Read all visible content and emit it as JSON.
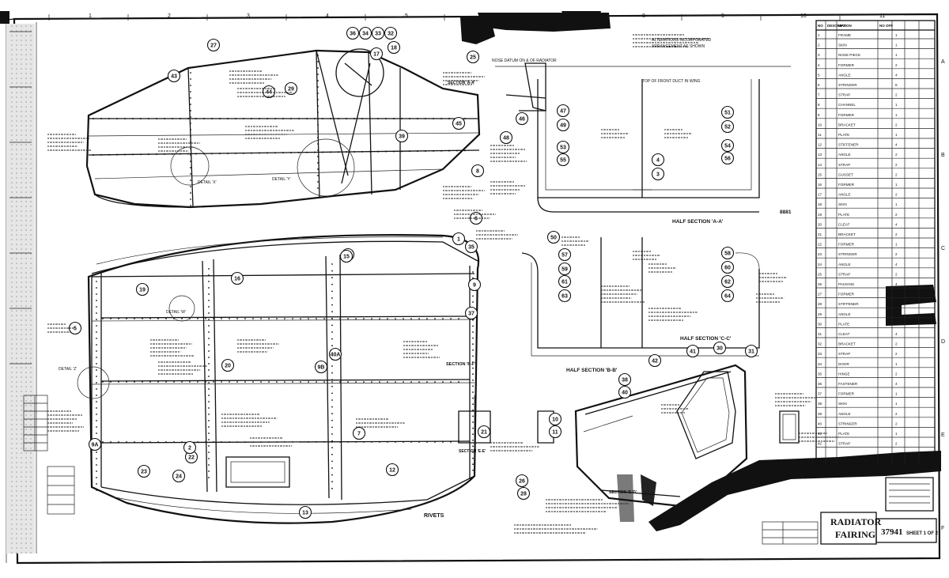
{
  "sheet": {
    "title_line1": "RADIATOR",
    "title_line2": "FAIRING",
    "drawing_number": "37941",
    "sheet_ref": "SHEET 1 OF 2"
  },
  "border": {
    "col_numbers": [
      "1",
      "2",
      "3",
      "4",
      "5",
      "6",
      "7",
      "8",
      "9",
      "10",
      "11"
    ],
    "row_letters": [
      "A",
      "B",
      "C",
      "D",
      "E",
      "F"
    ]
  },
  "notes": {
    "top_right_1": "ALTERATIONS INCORPORATED",
    "top_right_2": "ARRANGEMENT AS SHOWN",
    "nose_datum": "NOSE DATUM ON & OF RADIATOR",
    "tog_front_duct": "TOP OF FRONT DUCT IN WING",
    "half_section_aa": "HALF SECTION 'A-A'",
    "half_section_bb": "HALF SECTION 'B-B'",
    "half_section_cc": "HALF SECTION 'C-C'",
    "section_ff": "SECTION 'F-F'",
    "section_aa_small": "SECTION 'A-A'",
    "section_ee": "SECTION 'E-E'",
    "section_dd": "SECTION 'D-D'",
    "rivets_head": "RIVETS",
    "detail_x": "DETAIL 'X'",
    "detail_y": "DETAIL 'Y'",
    "detail_z": "DETAIL 'Z'",
    "detail_w": "DETAIL 'W'",
    "number_8881": "8881"
  },
  "parts_list": {
    "headers": [
      "NO",
      "DESCRIPTION",
      "MAT",
      "NO OFF"
    ],
    "rows": [
      [
        "1",
        "FRAME",
        "",
        "1"
      ],
      [
        "2",
        "SKIN",
        "",
        "1"
      ],
      [
        "3",
        "NOSE PIECE",
        "",
        "1"
      ],
      [
        "4",
        "FORMER",
        "",
        "2"
      ],
      [
        "5",
        "ANGLE",
        "",
        "4"
      ],
      [
        "6",
        "STRINGER",
        "",
        "6"
      ],
      [
        "7",
        "STRAP",
        "",
        "2"
      ],
      [
        "8",
        "CHANNEL",
        "",
        "1"
      ],
      [
        "9",
        "FORMER",
        "",
        "1"
      ],
      [
        "10",
        "BRACKET",
        "",
        "2"
      ],
      [
        "11",
        "PLATE",
        "",
        "1"
      ],
      [
        "12",
        "STIFFENER",
        "",
        "4"
      ],
      [
        "13",
        "ANGLE",
        "",
        "2"
      ],
      [
        "14",
        "STRAP",
        "",
        "2"
      ],
      [
        "15",
        "GUSSET",
        "",
        "2"
      ],
      [
        "16",
        "FORMER",
        "",
        "1"
      ],
      [
        "17",
        "ANGLE",
        "",
        "2"
      ],
      [
        "18",
        "SKIN",
        "",
        "1"
      ],
      [
        "19",
        "PLATE",
        "",
        "2"
      ],
      [
        "20",
        "CLEAT",
        "",
        "4"
      ],
      [
        "21",
        "BRACKET",
        "",
        "2"
      ],
      [
        "22",
        "FORMER",
        "",
        "1"
      ],
      [
        "23",
        "STRINGER",
        "",
        "2"
      ],
      [
        "24",
        "ANGLE",
        "",
        "4"
      ],
      [
        "25",
        "STRAP",
        "",
        "2"
      ],
      [
        "26",
        "PACKING",
        "",
        "4"
      ],
      [
        "27",
        "FORMER",
        "",
        "1"
      ],
      [
        "28",
        "STIFFENER",
        "",
        "2"
      ],
      [
        "29",
        "ANGLE",
        "",
        "2"
      ],
      [
        "30",
        "PLATE",
        "",
        "1"
      ],
      [
        "31",
        "CLEAT",
        "",
        "4"
      ],
      [
        "32",
        "BRACKET",
        "",
        "2"
      ],
      [
        "33",
        "STRAP",
        "",
        "2"
      ],
      [
        "34",
        "DOOR",
        "",
        "1"
      ],
      [
        "35",
        "HINGE",
        "",
        "2"
      ],
      [
        "36",
        "FASTENER",
        "",
        "4"
      ],
      [
        "37",
        "FORMER",
        "",
        "1"
      ],
      [
        "38",
        "SKIN",
        "",
        "1"
      ],
      [
        "39",
        "ANGLE",
        "",
        "2"
      ],
      [
        "40",
        "STRINGER",
        "",
        "2"
      ],
      [
        "41",
        "PLATE",
        "",
        "1"
      ],
      [
        "42",
        "STRAP",
        "",
        "2"
      ]
    ]
  },
  "balloons": [
    "27",
    "36",
    "34",
    "33",
    "32",
    "18",
    "25",
    "29",
    "39",
    "17",
    "47",
    "49",
    "53",
    "55",
    "57",
    "59",
    "61",
    "63",
    "51",
    "52",
    "54",
    "56",
    "58",
    "60",
    "62",
    "64",
    "4",
    "3",
    "5",
    "6",
    "7",
    "8",
    "9",
    "10",
    "11",
    "12",
    "13",
    "14",
    "15",
    "16",
    "19",
    "20",
    "21",
    "22",
    "23",
    "24",
    "26",
    "28",
    "30",
    "31",
    "35",
    "37",
    "38",
    "40",
    "41",
    "42",
    "43",
    "44",
    "45",
    "46",
    "48",
    "50",
    "1",
    "2",
    "9A",
    "9B",
    "40A"
  ]
}
